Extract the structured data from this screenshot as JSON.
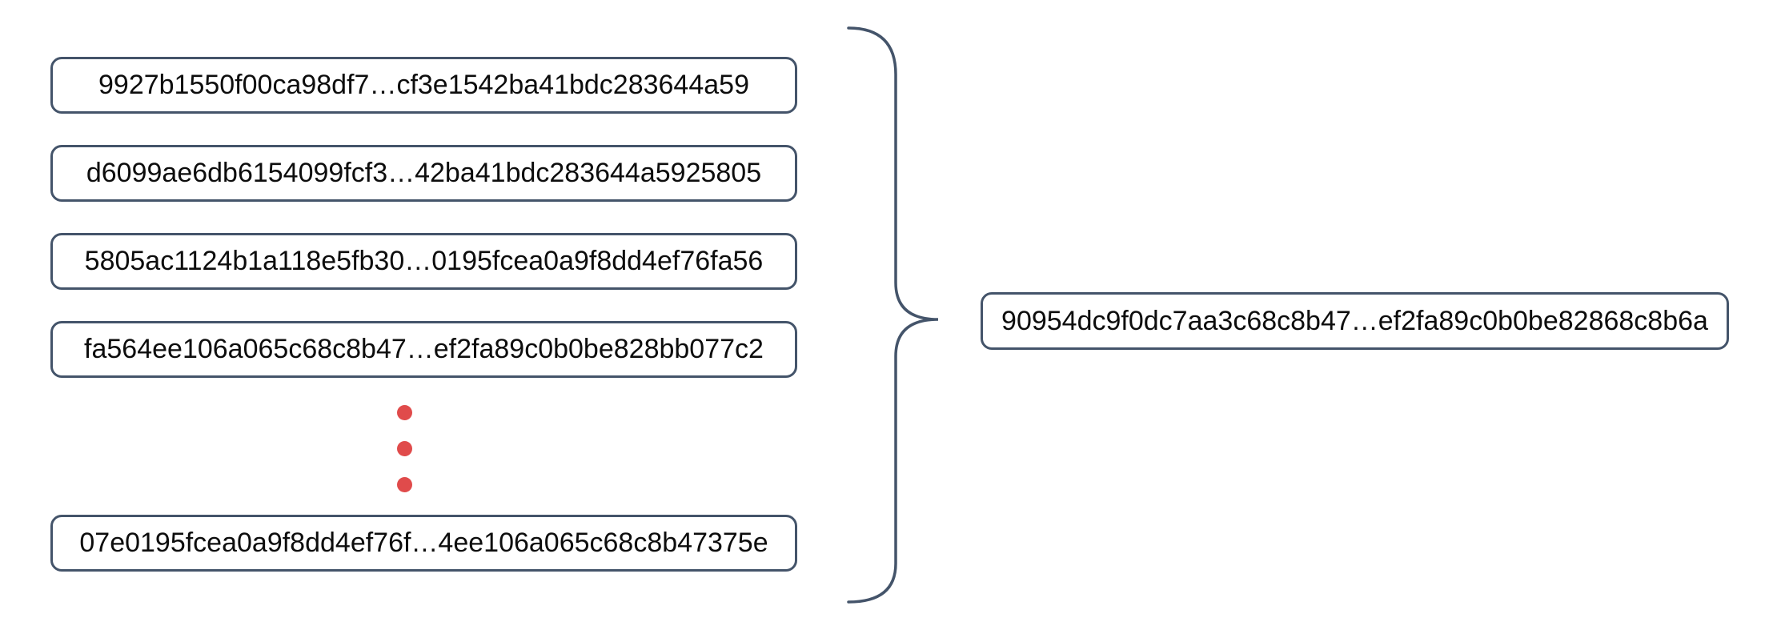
{
  "colors": {
    "border": "#44546A",
    "dot": "#E04B4B",
    "text": "#0d0d0d",
    "background": "#ffffff"
  },
  "input_hashes": [
    "9927b1550f00ca98df7…cf3e1542ba41bdc283644a59",
    "d6099ae6db6154099fcf3…42ba41bdc283644a5925805",
    "5805ac1124b1a118e5fb30…0195fcea0a9f8dd4ef76fa56",
    "fa564ee106a065c68c8b47…ef2fa89c0b0be828bb077c2",
    "07e0195fcea0a9f8dd4ef76f…4ee106a065c68c8b47375e"
  ],
  "ellipsis": {
    "dot_count": 3
  },
  "output_hash": "90954dc9f0dc7aa3c68c8b47…ef2fa89c0b0be82868c8b6a"
}
